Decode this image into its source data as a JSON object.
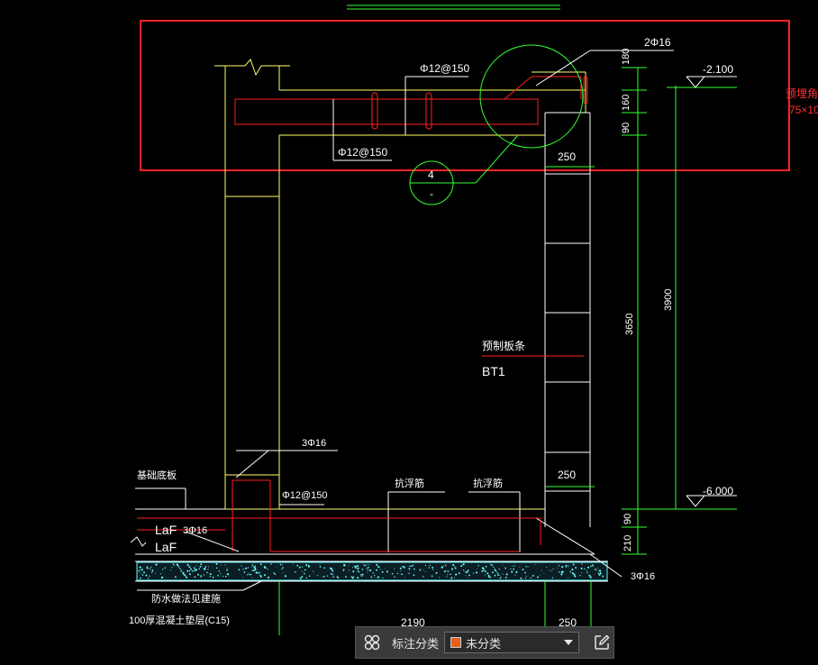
{
  "colors": {
    "background": "#000000",
    "wall_line": "#ffff66",
    "rebar": "#ff2020",
    "dimension": "#33ff33",
    "text": "#ffffff",
    "detail_circle": "#33ff33",
    "highlight_box": "#ff2222",
    "gravel": "#66ffff",
    "category_swatch": "#e8601c"
  },
  "drawing": {
    "rebar_top_slab_upper": "Φ12@150",
    "rebar_top_slab_lower": "Φ12@150",
    "rebar_top_corner": "2Φ16",
    "dim_180": "180",
    "dim_160": "160",
    "dim_90_top": "90",
    "dim_250_top": "250",
    "elev_top": "-2.100",
    "side_note_top": "预埋角钢",
    "side_note_size": "75×10",
    "detail_number": "4",
    "detail_sub": "-",
    "dim_3650": "3650",
    "dim_3900": "3900",
    "precast_label": "预制板条",
    "precast_code": "BT1",
    "rebar_3phi16_top": "3Φ16",
    "base_slab_label": "基础底板",
    "dim_250_bottom": "250",
    "elev_bottom": "-6.000",
    "rebar_bottom_slab": "Φ12@150",
    "tie_bar_1": "抗浮筋",
    "tie_bar_2": "抗浮筋",
    "laf_1": "LaF",
    "laf_2": "LaF",
    "rebar_3phi16_left": "3Φ16",
    "dim_90_bottom": "90",
    "dim_210": "210",
    "rebar_3phi16_right": "3Φ16",
    "waterproof_label": "防水做法见建施",
    "cushion_label": "100厚混凝土垫层(C15)",
    "dim_2190": "2190",
    "dim_250_base": "250"
  },
  "toolbar": {
    "label": "标注分类",
    "selected": "未分类"
  }
}
